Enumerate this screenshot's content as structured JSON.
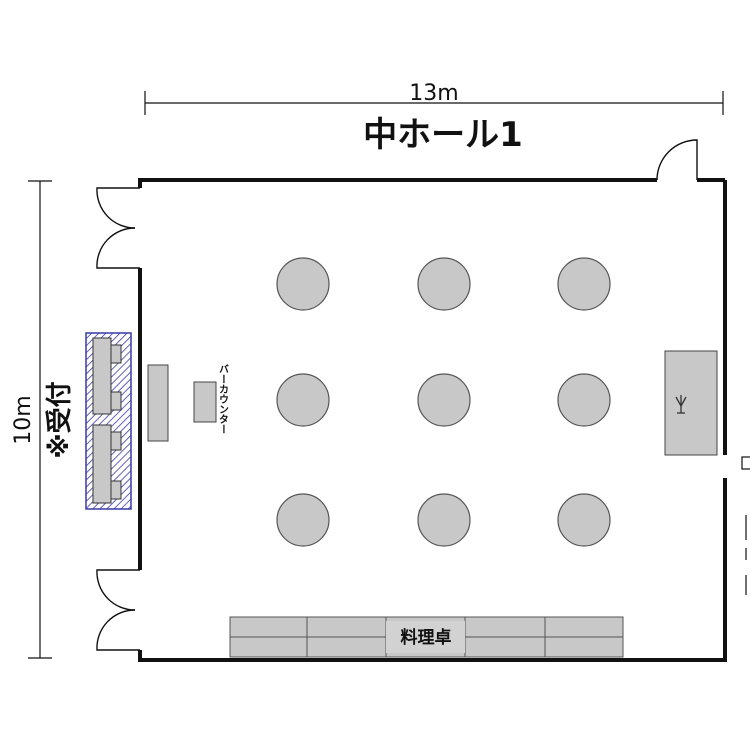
{
  "plan": {
    "title": "中ホール1",
    "width_label": "13m",
    "height_label": "10m",
    "reception_label": "※受付",
    "bar_counter_label": "バーカウンター",
    "buffet_label": "料理卓",
    "round_table_count": 9
  },
  "colors": {
    "wall": "#111111",
    "furniture_fill": "#c8c8c8",
    "furniture_stroke": "#555555",
    "reception_hatch": "#3a3aa8"
  }
}
